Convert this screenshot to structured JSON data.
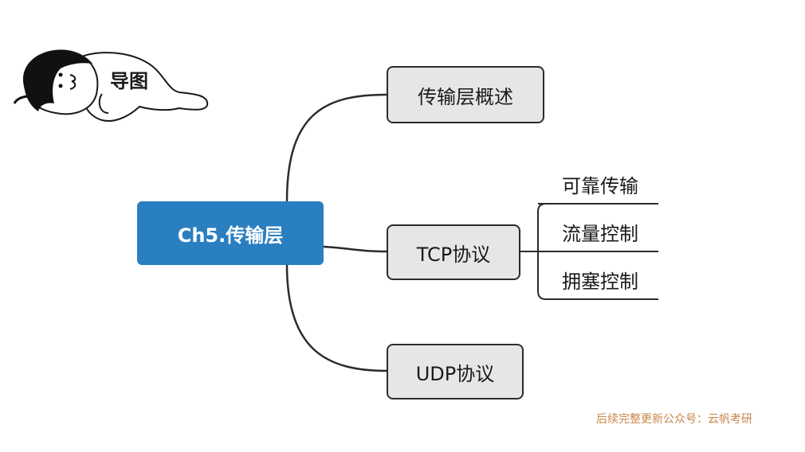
{
  "mascot": {
    "label": "导图"
  },
  "mindmap": {
    "root": {
      "label": "Ch5.传输层",
      "color": "#2a7fc0"
    },
    "branches": [
      {
        "label": "传输层概述"
      },
      {
        "label": "TCP协议",
        "children": [
          "可靠传输",
          "流量控制",
          "拥塞控制"
        ]
      },
      {
        "label": "UDP协议"
      }
    ],
    "branch_fill": "#e6e6e6",
    "line_color": "#2b2b2b"
  },
  "watermark": {
    "text": "后续完整更新公众号：云帆考研",
    "color": "#c8864a"
  }
}
